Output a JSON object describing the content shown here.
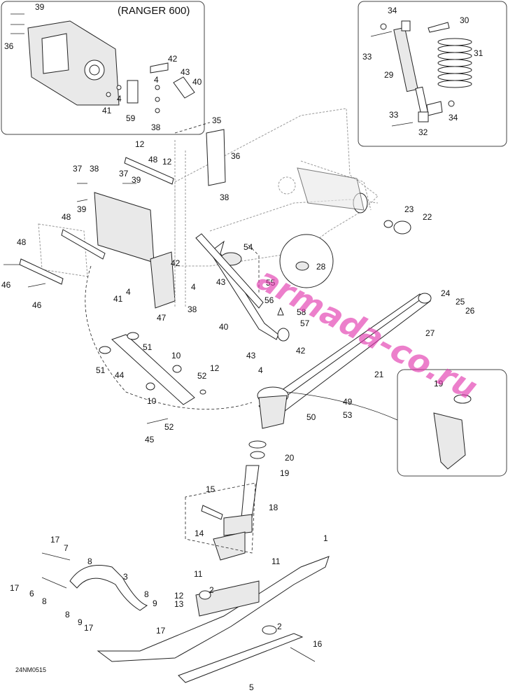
{
  "insets": {
    "ranger": {
      "title": "(RANGER 600)"
    }
  },
  "diagram_code": "24NM0515",
  "watermark": "armada-co.ru",
  "callouts": {
    "c39a": "39",
    "c36a": "36",
    "c42a": "42",
    "c43a": "43",
    "c40a": "40",
    "c4a": "4",
    "c41a": "41",
    "c4b": "4",
    "c59": "59",
    "c38a": "38",
    "c34a": "34",
    "c30": "30",
    "c33a": "33",
    "c31": "31",
    "c29": "29",
    "c33b": "33",
    "c32": "32",
    "c34b": "34",
    "c35": "35",
    "c36b": "36",
    "c38b": "38",
    "c12a": "12",
    "c48a": "48",
    "c12b": "12",
    "c37a": "37",
    "c38c": "38",
    "c37b": "37",
    "c39b": "39",
    "c39c": "39",
    "c48b": "48",
    "c48c": "48",
    "c46a": "46",
    "c46b": "46",
    "c23": "23",
    "c22": "22",
    "c54": "54",
    "c28": "28",
    "c42b": "42",
    "c4c": "4",
    "c43b": "43",
    "c55": "55",
    "c41b": "41",
    "c4d": "4",
    "c38d": "38",
    "c47": "47",
    "c56": "56",
    "c58": "58",
    "c57": "57",
    "c40b": "40",
    "c42c": "42",
    "c43c": "43",
    "c24": "24",
    "c25": "25",
    "c26": "26",
    "c27": "27",
    "c51a": "51",
    "c10a": "10",
    "c51b": "51",
    "c44": "44",
    "c12c": "12",
    "c52a": "52",
    "c10b": "10",
    "c52b": "52",
    "c45": "45",
    "c4e": "4",
    "c21": "21",
    "c19a": "19",
    "c49": "49",
    "c50": "50",
    "c53": "53",
    "c20": "20",
    "c19b": "19",
    "c15": "15",
    "c18": "18",
    "c14": "14",
    "c11a": "11",
    "c1": "1",
    "c17a": "17",
    "c7": "7",
    "c8a": "8",
    "c3": "3",
    "c17b": "17",
    "c6": "6",
    "c8b": "8",
    "c11b": "11",
    "c2a": "2",
    "c12d": "12",
    "c13": "13",
    "c8c": "8",
    "c9a": "9",
    "c8d": "8",
    "c9b": "9",
    "c17c": "17",
    "c17d": "17",
    "c2b": "2",
    "c16": "16",
    "c5": "5"
  }
}
